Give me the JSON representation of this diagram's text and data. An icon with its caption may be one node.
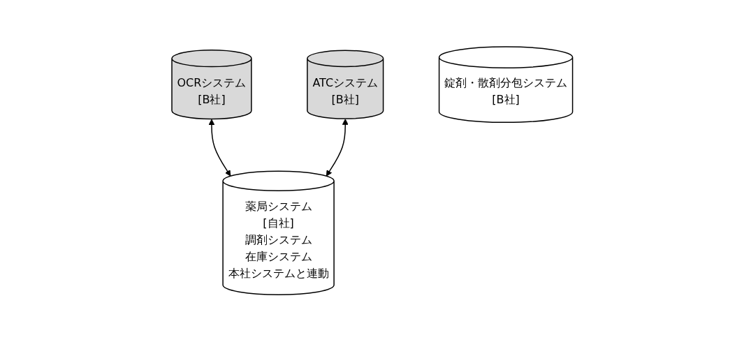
{
  "diagram": {
    "nodes": [
      {
        "text": [
          "OCRシステム",
          "[B社]"
        ]
      },
      {
        "text": [
          "薬局システム",
          "[自社]",
          "調剤システム",
          "在庫システム",
          "本社システムと連動"
        ]
      },
      {
        "text": [
          "ATCシステム",
          "[B社]"
        ]
      },
      {
        "text": [
          "錠剤・散剤分包システム",
          "[B社]"
        ]
      }
    ],
    "edges": [
      {
        "from": 0,
        "to": 1,
        "arrow": "both"
      },
      {
        "from": 2,
        "to": 1,
        "arrow": "both"
      }
    ]
  }
}
